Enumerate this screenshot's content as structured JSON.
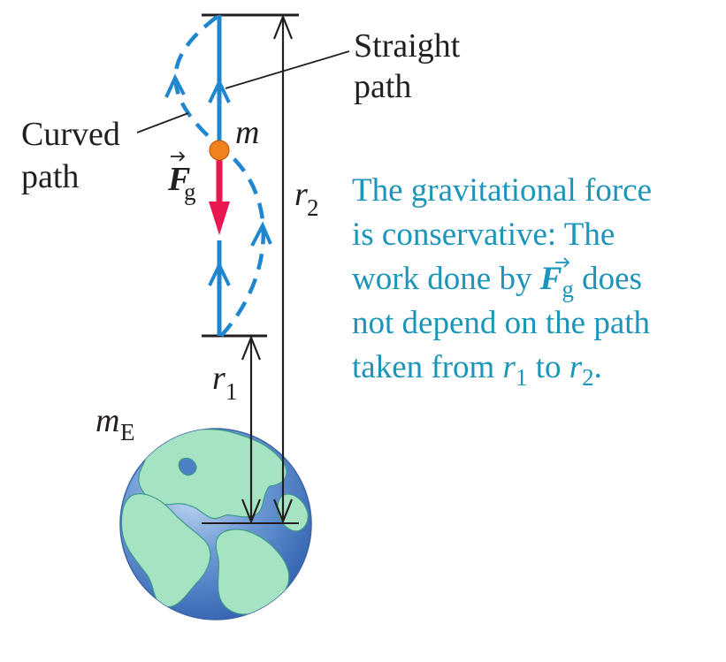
{
  "labels": {
    "straight": [
      "Straight",
      "path"
    ],
    "curved": [
      "Curved",
      "path"
    ],
    "mass": "m",
    "force_symbol": "F",
    "force_subscript": "g",
    "r2_symbol": "r",
    "r2_subscript": "2",
    "r1_symbol": "r",
    "r1_subscript": "1",
    "earth_mass_symbol": "m",
    "earth_mass_subscript": "E"
  },
  "caption": {
    "line1": "The gravitational force",
    "line2": "is conservative: The",
    "line3_a": "work done by ",
    "line3_F": "F",
    "line3_sub": "g",
    "line3_b": " does",
    "line4": "not depend on the path",
    "line5_a": "taken from ",
    "line5_r": "r",
    "line5_sub1": "1",
    "line5_mid": " to ",
    "line5_r2": "r",
    "line5_sub2": "2",
    "line5_end": "."
  },
  "colors": {
    "path_blue": "#1f86cf",
    "force_red": "#e8174f",
    "mass_orange": "#f0821e",
    "caption_teal": "#1b95b9",
    "line_black": "#231f20",
    "earth_ocean": "#4d7fc4",
    "earth_land": "#a6e3c2"
  },
  "icons": {
    "mass": "orange-particle-icon",
    "earth": "earth-globe-icon"
  }
}
